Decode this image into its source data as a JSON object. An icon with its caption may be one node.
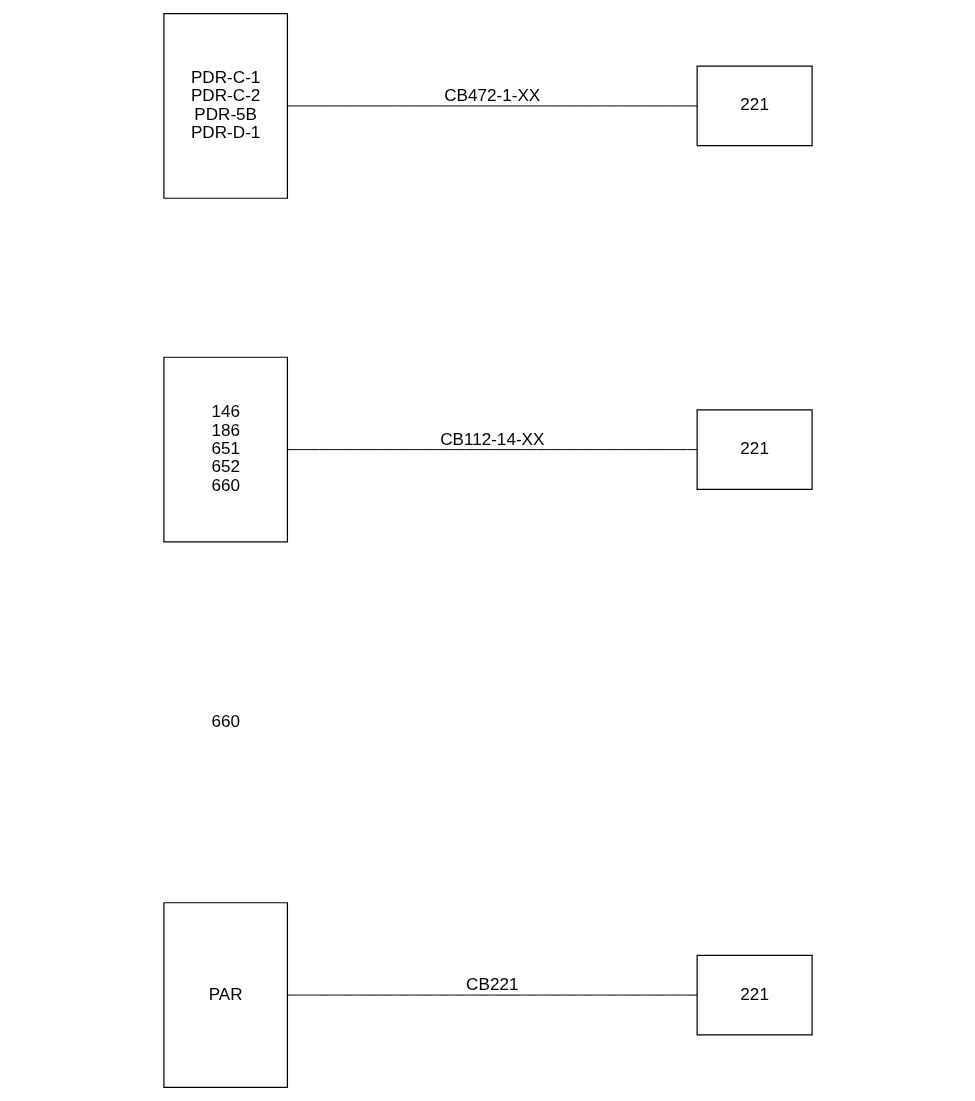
{
  "diagram": {
    "nodes": [
      {
        "text": [
          "PDR-C-1",
          "PDR-C-2",
          "PDR-5B",
          "PDR-D-1"
        ]
      },
      {
        "text": [
          "221"
        ]
      },
      {
        "text": [
          "146",
          "186",
          "651",
          "652",
          "660"
        ]
      },
      {
        "text": [
          "221"
        ]
      },
      {
        "text": [
          "PAR"
        ]
      },
      {
        "text": [
          "221"
        ]
      }
    ],
    "edges": [
      {
        "from": 0,
        "to": 1,
        "arrow": "none",
        "label": "CB472-1-XX"
      },
      {
        "from": 2,
        "to": 3,
        "arrow": "none",
        "label": "CB112-14-XX"
      },
      {
        "from": 4,
        "to": 5,
        "arrow": "none",
        "label": "CB221"
      }
    ],
    "labels": [
      "660"
    ]
  }
}
